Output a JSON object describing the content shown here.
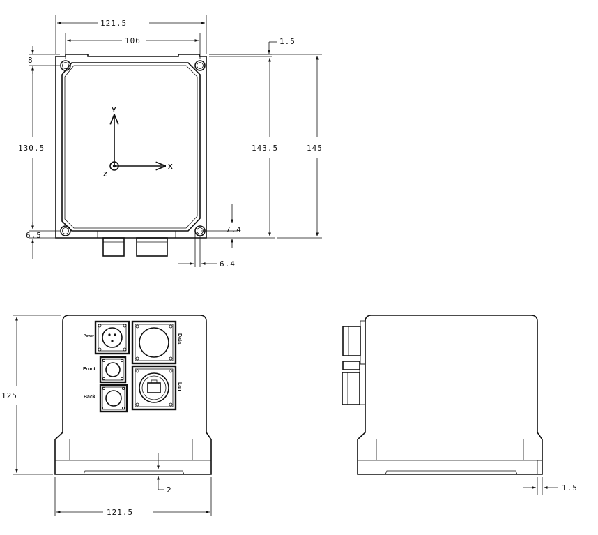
{
  "dimensions": {
    "top_width_outer": "121.5",
    "top_hole_spacing": "106",
    "top_offset": "1.5",
    "top_hole_edge": "8",
    "left_height": "130.5",
    "inner_height": "143.5",
    "outer_height": "145",
    "bottom_hole_edge": "6.5",
    "right_hole_vertical": "7.4",
    "right_hole_horizontal": "6.4",
    "front_height": "125",
    "front_step": "2",
    "front_width": "121.5",
    "side_step": "1.5"
  },
  "axes": {
    "x": "X",
    "y": "Y",
    "z": "Z"
  },
  "connectors": {
    "power": "Power",
    "data": "Data",
    "front": "Front",
    "lan": "Lan",
    "back": "Back"
  }
}
